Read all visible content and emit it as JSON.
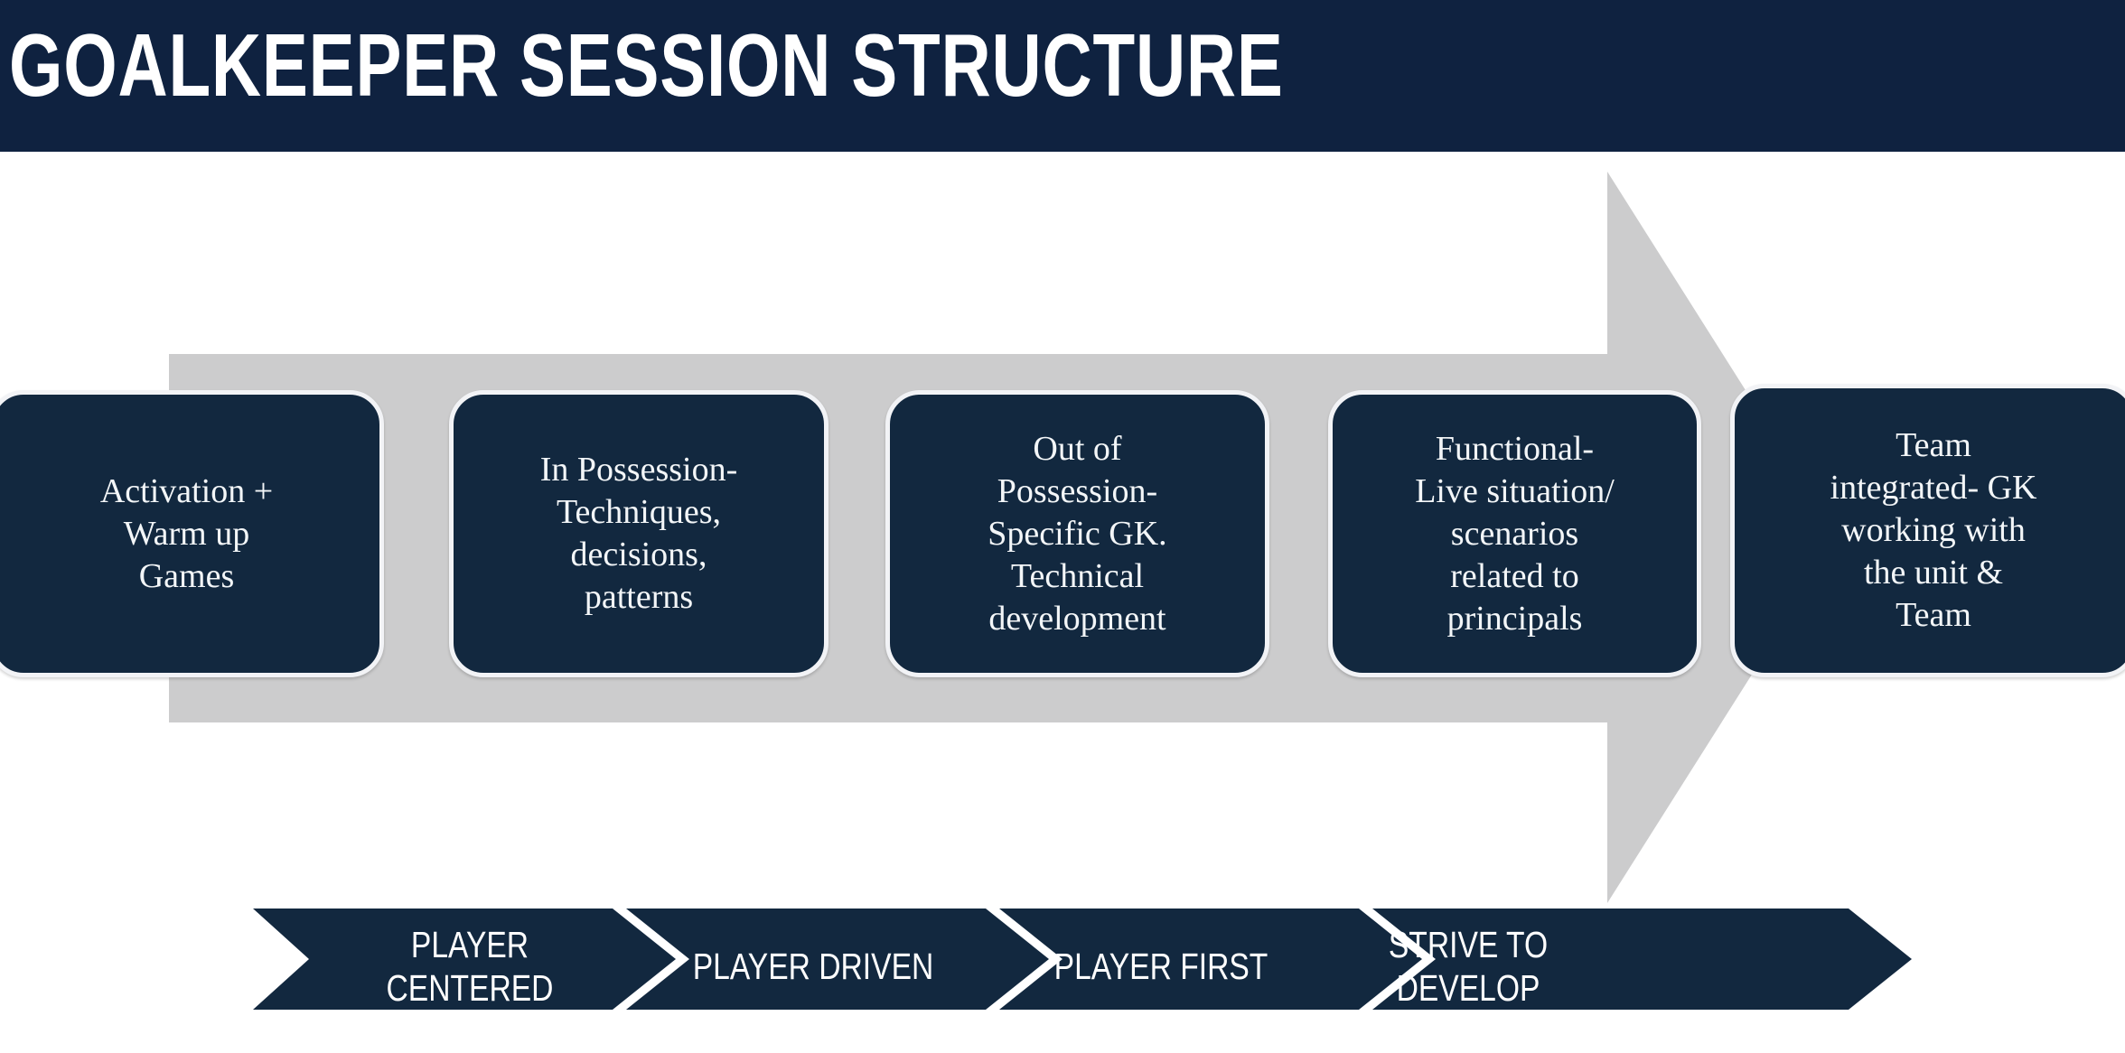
{
  "header": {
    "title": "GOALKEEPER SESSION STRUCTURE",
    "background_color": "#0f2240",
    "text_color": "#ffffff"
  },
  "colors": {
    "navy": "#12283f",
    "header_navy": "#0f2240",
    "arrow_gray": "#cccccd",
    "box_border": "#f2f3f6",
    "page_background": "#ffffff"
  },
  "process_arrow": {
    "name": "right-arrow",
    "fill": "#cccccd",
    "direction": "right"
  },
  "stages": [
    {
      "label": "Activation +\nWarm up\nGames"
    },
    {
      "label": "In  Possession-\nTechniques,\ndecisions,\npatterns"
    },
    {
      "label": "Out of\nPossession-\nSpecific GK.\nTechnical\ndevelopment"
    },
    {
      "label": "Functional-\nLive situation/\nscenarios\nrelated to\nprincipals"
    },
    {
      "label": "Team\nintegrated- GK\nworking with\nthe unit &\nTeam"
    }
  ],
  "values_banner": {
    "fill": "#12283f",
    "text_color": "#ffffff",
    "items": [
      {
        "label": "PLAYER\nCENTERED"
      },
      {
        "label": "PLAYER DRIVEN"
      },
      {
        "label": "PLAYER FIRST"
      },
      {
        "label": "STRIVE TO\nDEVELOP"
      }
    ]
  }
}
